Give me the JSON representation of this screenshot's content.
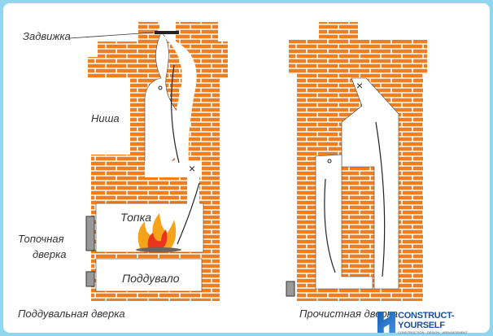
{
  "labels": {
    "damper": "Задвижка",
    "niche": "Ниша",
    "firebox": "Топка",
    "fire_door_line1": "Топочная",
    "fire_door_line2": "дверка",
    "ash_pit": "Поддувало",
    "ash_door": "Поддувальная дверка",
    "cleaning_door": "Прочистная дверка"
  },
  "logo": {
    "name": "CONSTRUCT-YOURSELF",
    "tagline": "CONSTRUCTION · DESIGN · ARRANGEMENT"
  },
  "colors": {
    "brick": "#f07d1e",
    "mortar": "#ffffff",
    "outline": "#222222",
    "frame": "#8fd6ee"
  }
}
